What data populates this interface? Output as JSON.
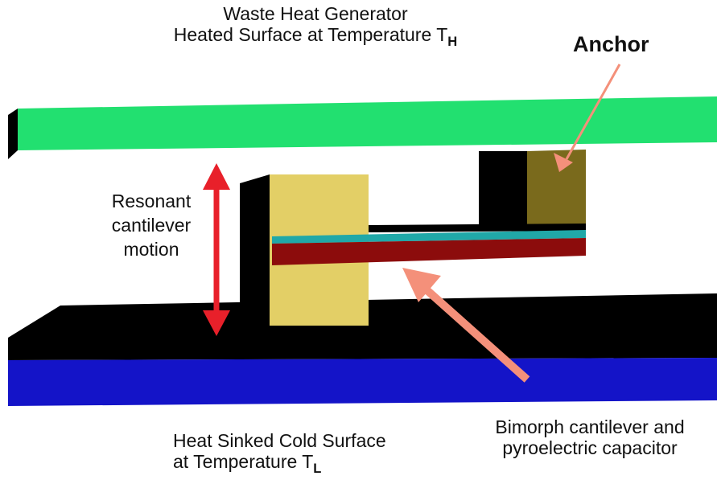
{
  "labels": {
    "top_line1": "Waste Heat Generator",
    "top_line2_prefix": "Heated Surface at Temperature  T",
    "top_line2_sub": "H",
    "anchor": "Anchor",
    "motion_line1": "Resonant",
    "motion_line2": "cantilever",
    "motion_line3": "motion",
    "bottom_line1": "Heat Sinked Cold Surface",
    "bottom_line2_prefix": "at Temperature T",
    "bottom_line2_sub": "L",
    "bimorph_line1": "Bimorph cantilever and",
    "bimorph_line2": "pyroelectric capacitor"
  },
  "colors": {
    "hot_plate": "#22e070",
    "hot_plate_edge": "#000000",
    "cold_plate_front": "#1414c8",
    "cold_plate_top": "#000000",
    "anchor_face": "#7a6a1c",
    "anchor_shadow": "#000000",
    "support_face": "#e3cf66",
    "support_shadow": "#000000",
    "cantilever_top_layer": "#20a8a8",
    "cantilever_bottom_layer": "#8c0c0c",
    "motion_arrow": "#e8202a",
    "pointer_arrow": "#f4907a"
  }
}
